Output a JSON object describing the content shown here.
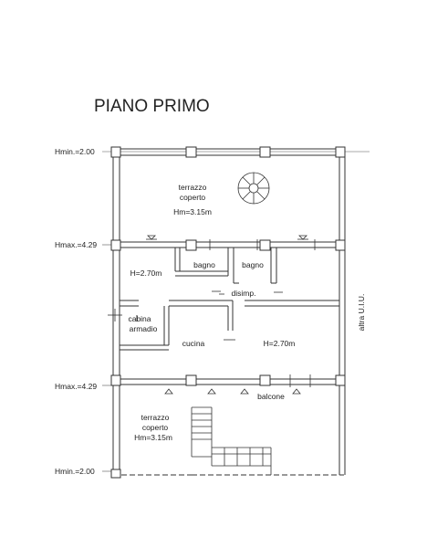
{
  "title": "PIANO PRIMO",
  "levels": {
    "hmin_top": "Hmin.=2.00",
    "hmax_upper": "Hmax.=4.29",
    "hmax_lower": "Hmax.=4.29",
    "hmin_bottom": "Hmin.=2.00"
  },
  "rooms": {
    "terrazzo_top_name_1": "terrazzo",
    "terrazzo_top_name_2": "coperto",
    "terrazzo_top_height": "Hm=3.15m",
    "bagno_left": "bagno",
    "bagno_right": "bagno",
    "bedroom_height": "H=2.70m",
    "disimpegno": "disimp.",
    "cabina_1": "cabina",
    "cabina_2": "armadio",
    "cucina": "cucina",
    "cucina_height": "H=2.70m",
    "balcone": "balcone",
    "terrazzo_bottom_name_1": "terrazzo",
    "terrazzo_bottom_name_2": "coperto",
    "terrazzo_bottom_height": "Hm=3.15m"
  },
  "side_label": "altra U.I.U.",
  "colors": {
    "line": "#333333",
    "text": "#222222",
    "background": "#ffffff"
  }
}
